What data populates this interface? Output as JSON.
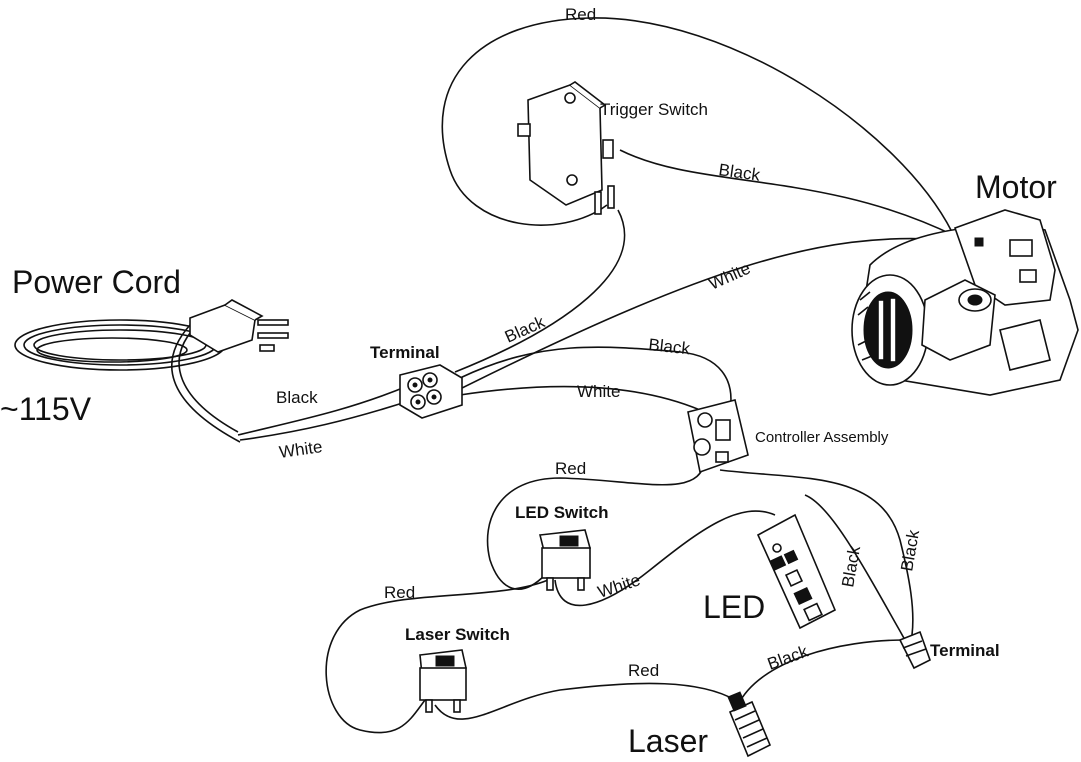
{
  "labels": {
    "power_cord": "Power Cord",
    "voltage": "~115V",
    "motor": "Motor",
    "trigger_switch": "Trigger Switch",
    "terminal_main": "Terminal",
    "terminal_small": "Terminal",
    "controller_assembly": "Controller Assembly",
    "led_switch": "LED Switch",
    "laser_switch": "Laser Switch",
    "led": "LED",
    "laser": "Laser"
  },
  "wires": {
    "red_top": "Red",
    "black_trigger_motor": "Black",
    "white_motor": "White",
    "black_trigger_terminal": "Black",
    "black_cord": "Black",
    "white_cord": "White",
    "black_controller": "Black",
    "white_controller": "White",
    "red_controller": "Red",
    "white_led_switch": "White",
    "red_led_laser_switch": "Red",
    "red_laser": "Red",
    "black_laser": "Black",
    "black_led_1": "Black",
    "black_led_2": "Black"
  },
  "colors": {
    "ink": "#111111",
    "background": "#ffffff"
  }
}
